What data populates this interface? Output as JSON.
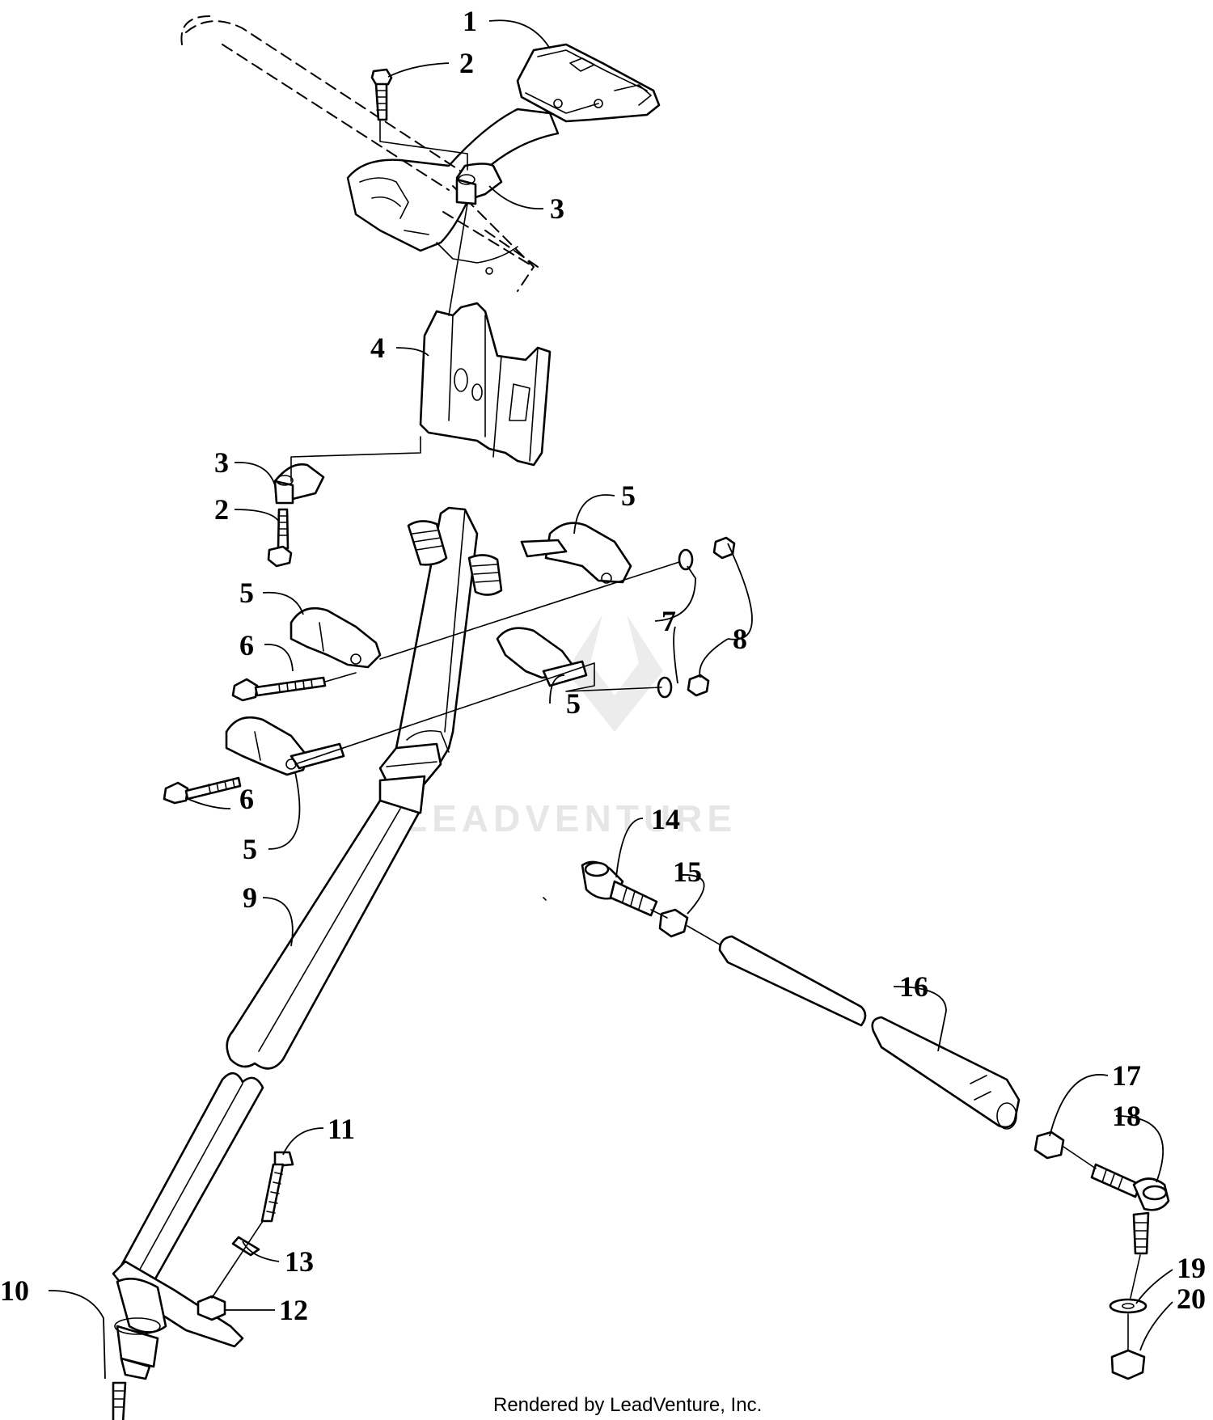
{
  "diagram": {
    "callouts": [
      "1",
      "2",
      "3",
      "4",
      "3",
      "2",
      "5",
      "5",
      "6",
      "7",
      "8",
      "5",
      "6",
      "5",
      "9",
      "14",
      "15",
      "16",
      "17",
      "18",
      "11",
      "13",
      "10",
      "12",
      "19",
      "20"
    ],
    "watermark": "LEADVENTURE",
    "footer": "Rendered by LeadVenture, Inc."
  }
}
